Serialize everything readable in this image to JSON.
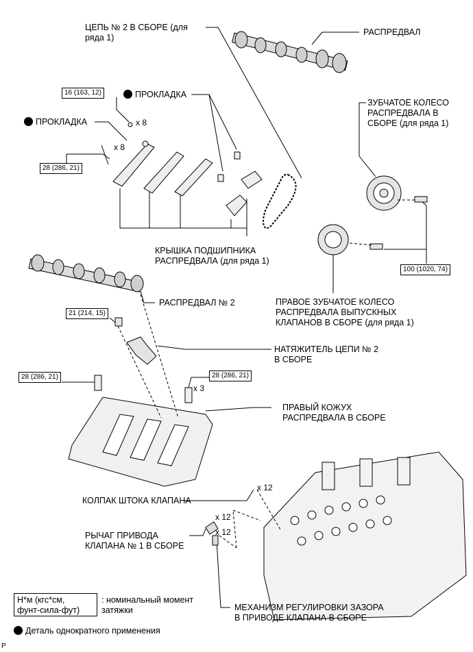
{
  "labels": {
    "chain": "ЦЕПЬ № 2 В СБОРЕ (для\nряда 1)",
    "camshaft": "РАСПРЕДВАЛ",
    "gasket_top": "ПРОКЛАДКА",
    "gasket_left": "ПРОКЛАДКА",
    "cam_gear": "ЗУБЧАТОЕ КОЛЕСО\nРАСПРЕДВАЛА В\nСБОРЕ (для ряда 1)",
    "bearing_cap": "КРЫШКА ПОДШИПНИКА\nРАСПРЕДВАЛА (для ряда 1)",
    "camshaft2": "РАСПРЕДВАЛ № 2",
    "exhaust_gear": "ПРАВОЕ ЗУБЧАТОЕ КОЛЕСО\nРАСПРЕДВАЛА ВЫПУСКНЫХ\nКЛАПАНОВ В СБОРЕ (для ряда 1)",
    "tensioner": "НАТЯЖИТЕЛЬ ЦЕПИ № 2\nВ СБОРЕ",
    "housing": "ПРАВЫЙ КОЖУХ\nРАСПРЕДВАЛА В СБОРЕ",
    "valve_cap": "КОЛПАК ШТОКА КЛАПАНА",
    "rocker": "РЫЧАГ ПРИВОДА\nКЛАПАНА № 1 В СБОРЕ",
    "lash_adjuster": "МЕХАНИЗМ РЕГУЛИРОВКИ ЗАЗОРА\nВ ПРИВОДЕ КЛАПАНА В СБОРЕ"
  },
  "torques": {
    "t16": "16 (163, 12)",
    "t28a": "28 (286, 21)",
    "t100": "100 (1020, 74)",
    "t21": "21 (214, 15)",
    "t28b": "28 (286, 21)",
    "t28c": "28 (286, 21)"
  },
  "quantities": {
    "q8a": "x 8",
    "q8b": "x 8",
    "q3": "x 3",
    "q12a": "x 12",
    "q12b": "x 12",
    "q12c": "x 12"
  },
  "legend": {
    "torque_box": "Н*м (кгс*см,\nфунт-сила-фут)",
    "torque_desc": ": номинальный момент\nзатяжки",
    "single_use": "Деталь однократного применения"
  },
  "corner_mark": "P"
}
